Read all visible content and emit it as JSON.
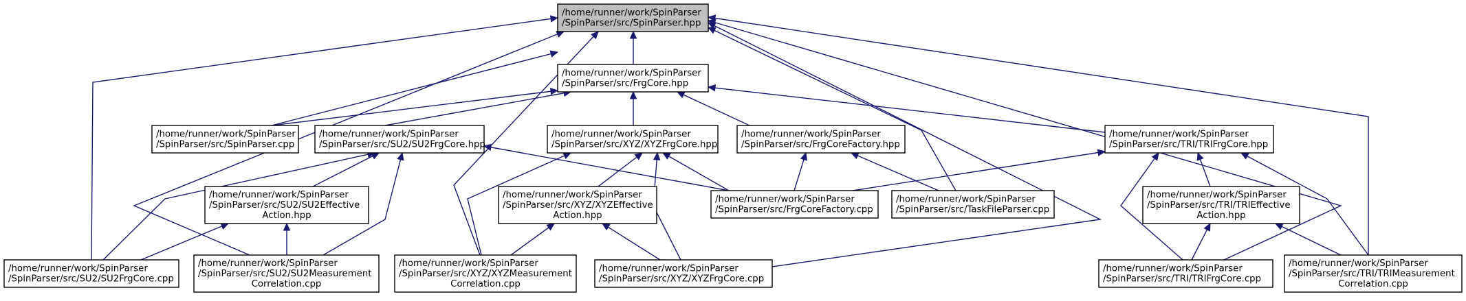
{
  "nodes": [
    {
      "id": "spinparser_hpp",
      "lines": [
        "/home/runner/work/SpinParser",
        "/SpinParser/src/SpinParser.hpp"
      ],
      "highlight": true
    },
    {
      "id": "frgcore_hpp",
      "lines": [
        "/home/runner/work/SpinParser",
        "/SpinParser/src/FrgCore.hpp"
      ]
    },
    {
      "id": "spinparser_cpp",
      "lines": [
        "/home/runner/work/SpinParser",
        "/SpinParser/src/SpinParser.cpp"
      ]
    },
    {
      "id": "su2frgcore_hpp",
      "lines": [
        "/home/runner/work/SpinParser",
        "/SpinParser/src/SU2/SU2FrgCore.hpp"
      ]
    },
    {
      "id": "xyzfrgcore_hpp",
      "lines": [
        "/home/runner/work/SpinParser",
        "/SpinParser/src/XYZ/XYZFrgCore.hpp"
      ]
    },
    {
      "id": "frgcorefactory_hpp",
      "lines": [
        "/home/runner/work/SpinParser",
        "/SpinParser/src/FrgCoreFactory.hpp"
      ]
    },
    {
      "id": "trifrgcore_hpp",
      "lines": [
        "/home/runner/work/SpinParser",
        "/SpinParser/src/TRI/TRIFrgCore.hpp"
      ]
    },
    {
      "id": "su2effective_hpp",
      "lines": [
        "/home/runner/work/SpinParser",
        "/SpinParser/src/SU2/SU2Effective",
        "Action.hpp"
      ]
    },
    {
      "id": "xyzeffective_hpp",
      "lines": [
        "/home/runner/work/SpinParser",
        "/SpinParser/src/XYZ/XYZEffective",
        "Action.hpp"
      ]
    },
    {
      "id": "frgcorefactory_cpp",
      "lines": [
        "/home/runner/work/SpinParser",
        "/SpinParser/src/FrgCoreFactory.cpp"
      ]
    },
    {
      "id": "taskfileparser_cpp",
      "lines": [
        "/home/runner/work/SpinParser",
        "/SpinParser/src/TaskFileParser.cpp"
      ]
    },
    {
      "id": "trieffective_hpp",
      "lines": [
        "/home/runner/work/SpinParser",
        "/SpinParser/src/TRI/TRIEffective",
        "Action.hpp"
      ]
    },
    {
      "id": "su2frgcore_cpp",
      "lines": [
        "/home/runner/work/SpinParser",
        "/SpinParser/src/SU2/SU2FrgCore.cpp"
      ]
    },
    {
      "id": "su2measurement_cpp",
      "lines": [
        "/home/runner/work/SpinParser",
        "/SpinParser/src/SU2/SU2Measurement",
        "Correlation.cpp"
      ]
    },
    {
      "id": "xyzmeasurement_cpp",
      "lines": [
        "/home/runner/work/SpinParser",
        "/SpinParser/src/XYZ/XYZMeasurement",
        "Correlation.cpp"
      ]
    },
    {
      "id": "xyzfrgcore_cpp",
      "lines": [
        "/home/runner/work/SpinParser",
        "/SpinParser/src/XYZ/XYZFrgCore.cpp"
      ]
    },
    {
      "id": "trifrgcore_cpp",
      "lines": [
        "/home/runner/work/SpinParser",
        "/SpinParser/src/TRI/TRIFrgCore.cpp"
      ]
    },
    {
      "id": "trimeasurement_cpp",
      "lines": [
        "/home/runner/work/SpinParser",
        "/SpinParser/src/TRI/TRIMeasurement",
        "Correlation.cpp"
      ]
    }
  ],
  "edges": [
    {
      "from": "frgcore_hpp",
      "to": "spinparser_hpp"
    },
    {
      "from": "spinparser_cpp",
      "to": "spinparser_hpp"
    },
    {
      "from": "su2frgcore_cpp",
      "to": "spinparser_hpp"
    },
    {
      "from": "su2measurement_cpp",
      "to": "spinparser_hpp"
    },
    {
      "from": "xyzmeasurement_cpp",
      "to": "spinparser_hpp"
    },
    {
      "from": "taskfileparser_cpp",
      "to": "spinparser_hpp"
    },
    {
      "from": "xyzfrgcore_cpp",
      "to": "spinparser_hpp"
    },
    {
      "from": "trifrgcore_cpp",
      "to": "spinparser_hpp"
    },
    {
      "from": "trimeasurement_cpp",
      "to": "spinparser_hpp"
    },
    {
      "from": "spinparser_cpp",
      "to": "frgcore_hpp"
    },
    {
      "from": "su2frgcore_hpp",
      "to": "frgcore_hpp"
    },
    {
      "from": "xyzfrgcore_hpp",
      "to": "frgcore_hpp"
    },
    {
      "from": "frgcorefactory_hpp",
      "to": "frgcore_hpp"
    },
    {
      "from": "trifrgcore_hpp",
      "to": "frgcore_hpp"
    },
    {
      "from": "su2frgcore_cpp",
      "to": "su2frgcore_hpp"
    },
    {
      "from": "su2effective_hpp",
      "to": "su2frgcore_hpp"
    },
    {
      "from": "su2measurement_cpp",
      "to": "su2frgcore_hpp"
    },
    {
      "from": "frgcorefactory_cpp",
      "to": "su2frgcore_hpp"
    },
    {
      "from": "su2frgcore_cpp",
      "to": "su2effective_hpp"
    },
    {
      "from": "su2measurement_cpp",
      "to": "su2effective_hpp"
    },
    {
      "from": "xyzmeasurement_cpp",
      "to": "xyzfrgcore_hpp"
    },
    {
      "from": "xyzeffective_hpp",
      "to": "xyzfrgcore_hpp"
    },
    {
      "from": "xyzfrgcore_cpp",
      "to": "xyzfrgcore_hpp"
    },
    {
      "from": "frgcorefactory_cpp",
      "to": "xyzfrgcore_hpp"
    },
    {
      "from": "xyzmeasurement_cpp",
      "to": "xyzeffective_hpp"
    },
    {
      "from": "xyzfrgcore_cpp",
      "to": "xyzeffective_hpp"
    },
    {
      "from": "frgcorefactory_cpp",
      "to": "frgcorefactory_hpp"
    },
    {
      "from": "taskfileparser_cpp",
      "to": "frgcorefactory_hpp"
    },
    {
      "from": "frgcorefactory_cpp",
      "to": "trifrgcore_hpp"
    },
    {
      "from": "trieffective_hpp",
      "to": "trifrgcore_hpp"
    },
    {
      "from": "trifrgcore_cpp",
      "to": "trifrgcore_hpp"
    },
    {
      "from": "trimeasurement_cpp",
      "to": "trifrgcore_hpp"
    },
    {
      "from": "trifrgcore_cpp",
      "to": "trieffective_hpp"
    },
    {
      "from": "trimeasurement_cpp",
      "to": "trieffective_hpp"
    }
  ]
}
